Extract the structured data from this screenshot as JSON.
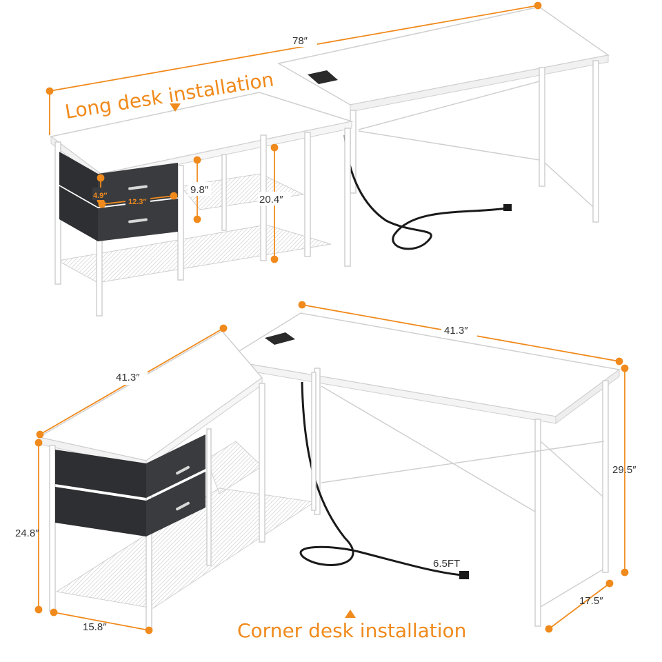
{
  "colors": {
    "accent": "#f08a1c",
    "frame": "#ffffff",
    "frame_edge": "#c9c9c9",
    "drawer": "#3a3b3e",
    "cord": "#1a1a1a",
    "text": "#333333"
  },
  "top_panel": {
    "title": "Long desk installation",
    "dim_total_width": "78″",
    "dim_drawer_height": "4.9″",
    "dim_drawer_width": "12.3″",
    "dim_shelf_gap": "9.8″",
    "dim_storage_height": "20.4″"
  },
  "bottom_panel": {
    "title": "Corner desk installation",
    "dim_main_width": "41.3″",
    "dim_side_width": "41.3″",
    "dim_desk_height": "29.5″",
    "dim_storage_height": "24.8″",
    "dim_side_depth": "15.8″",
    "dim_main_depth": "17.5″",
    "dim_cord": "6.5FT"
  }
}
